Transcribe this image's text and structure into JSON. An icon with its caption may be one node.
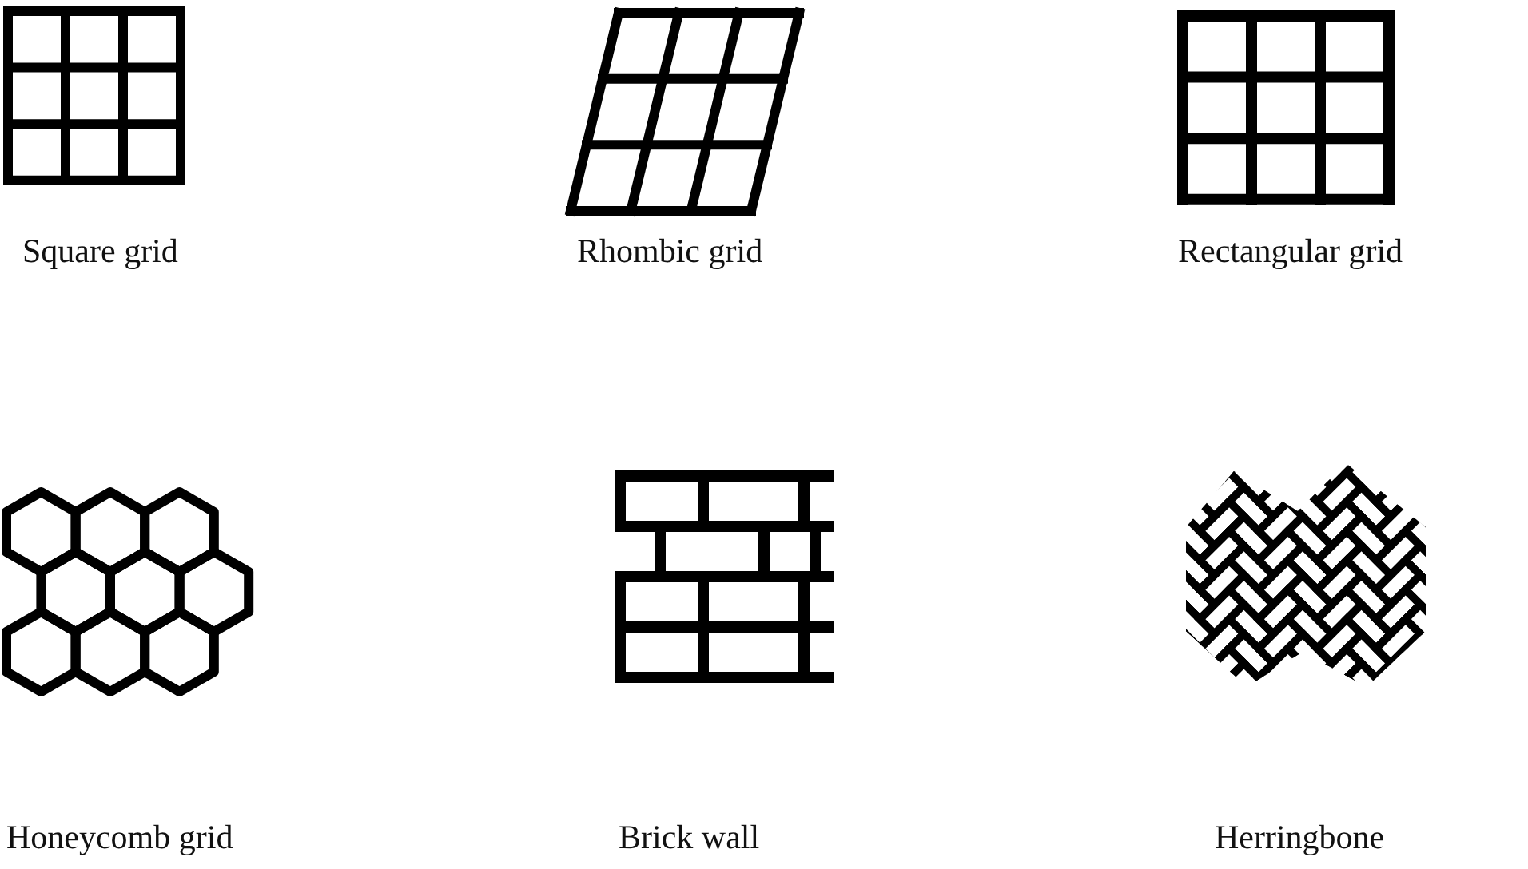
{
  "diagram": {
    "labels": [
      "Square grid",
      "Rhombic grid",
      "Rectangular grid",
      "Honeycomb grid",
      "Brick wall",
      "Herringbone"
    ]
  }
}
